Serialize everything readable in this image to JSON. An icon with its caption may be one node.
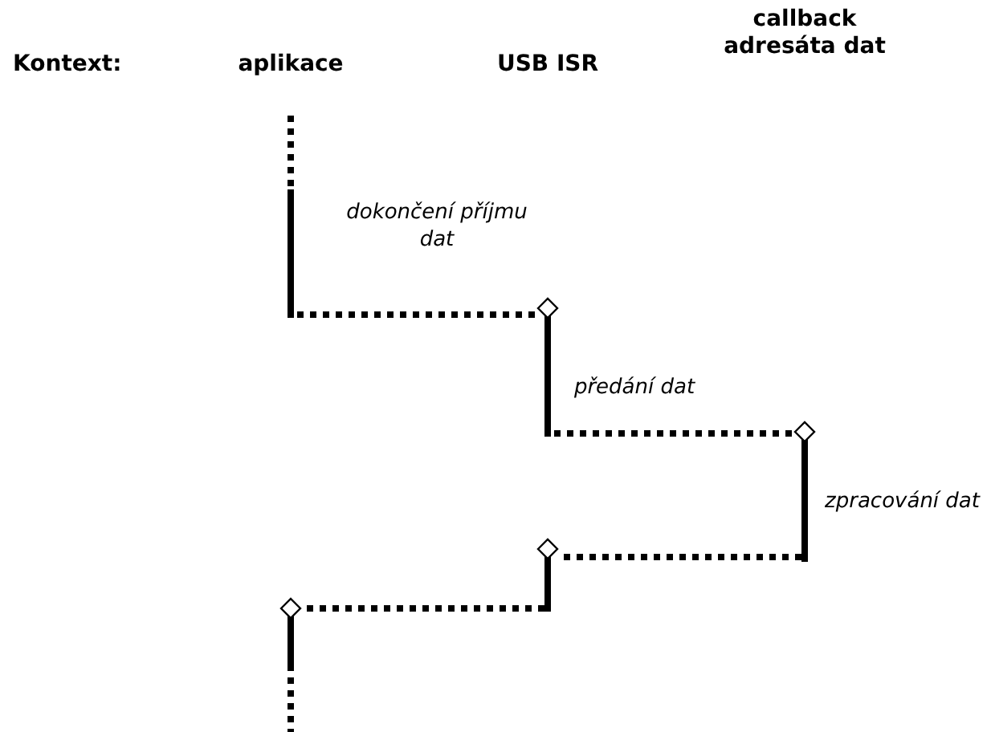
{
  "diagram": {
    "labels": [
      "Kontext:",
      "aplikace",
      "USB ISR",
      "callback adresáta dat",
      "dokončení příjmu dat",
      "předání dat",
      "zpracování dat"
    ]
  }
}
